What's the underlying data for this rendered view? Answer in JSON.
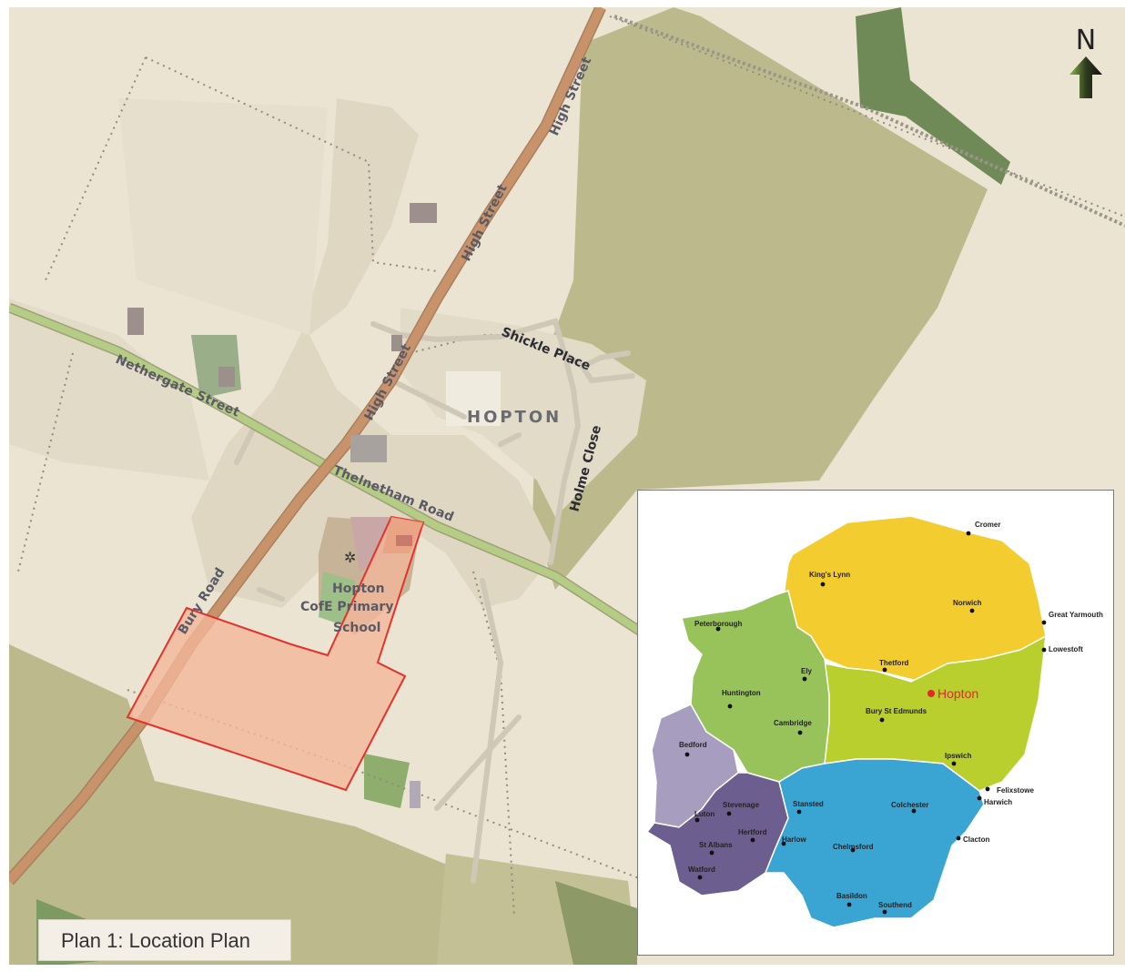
{
  "north_label": "N",
  "caption": "Plan 1: Location Plan",
  "village_label": "HOPTON",
  "school_label": [
    "Hopton",
    "CofE Primary",
    "School"
  ],
  "roads": {
    "high_street": "High Street",
    "nethergate_street": "Nethergate Street",
    "thelnetham_road": "Thelnetham Road",
    "bury_road": "Bury Road",
    "shickle_place": "Shickle Place",
    "holme_close": "Holme Close"
  },
  "inset": {
    "highlight": "Hopton",
    "towns": {
      "cromer": "Cromer",
      "kings_lynn": "King's Lynn",
      "norwich": "Norwich",
      "great_yarmouth": "Great Yarmouth",
      "lowestoft": "Lowestoft",
      "peterborough": "Peterborough",
      "thetford": "Thetford",
      "ely": "Ely",
      "huntington": "Huntington",
      "cambridge": "Cambridge",
      "bury_st_edmunds": "Bury St Edmunds",
      "ipswich": "Ipswich",
      "felixstowe": "Felixstowe",
      "harwich": "Harwich",
      "bedford": "Bedford",
      "stevenage": "Stevenage",
      "stansted": "Stansted",
      "colchester": "Colchester",
      "luton": "Luton",
      "hertford": "Hertford",
      "st_albans": "St Albans",
      "harlow": "Harlow",
      "chelmsford": "Chelmsford",
      "clacton": "Clacton",
      "watford": "Watford",
      "basildon": "Basildon",
      "southend": "Southend"
    }
  },
  "colors": {
    "land": "#ebe4d3",
    "field": "#bcba8d",
    "urban": "#dfd7c2",
    "main_road": "#c8936a",
    "secondary_road": "#b5cc84",
    "site_fill": "#f2b79a",
    "site_outline": "#e4322b",
    "norfolk": "#f3cd2f",
    "suffolk": "#b8cf2e",
    "cambridgeshire": "#98c35a",
    "bedfordshire": "#a79ebf",
    "hertfordshire": "#6c5f90",
    "essex": "#3aa5d3"
  }
}
